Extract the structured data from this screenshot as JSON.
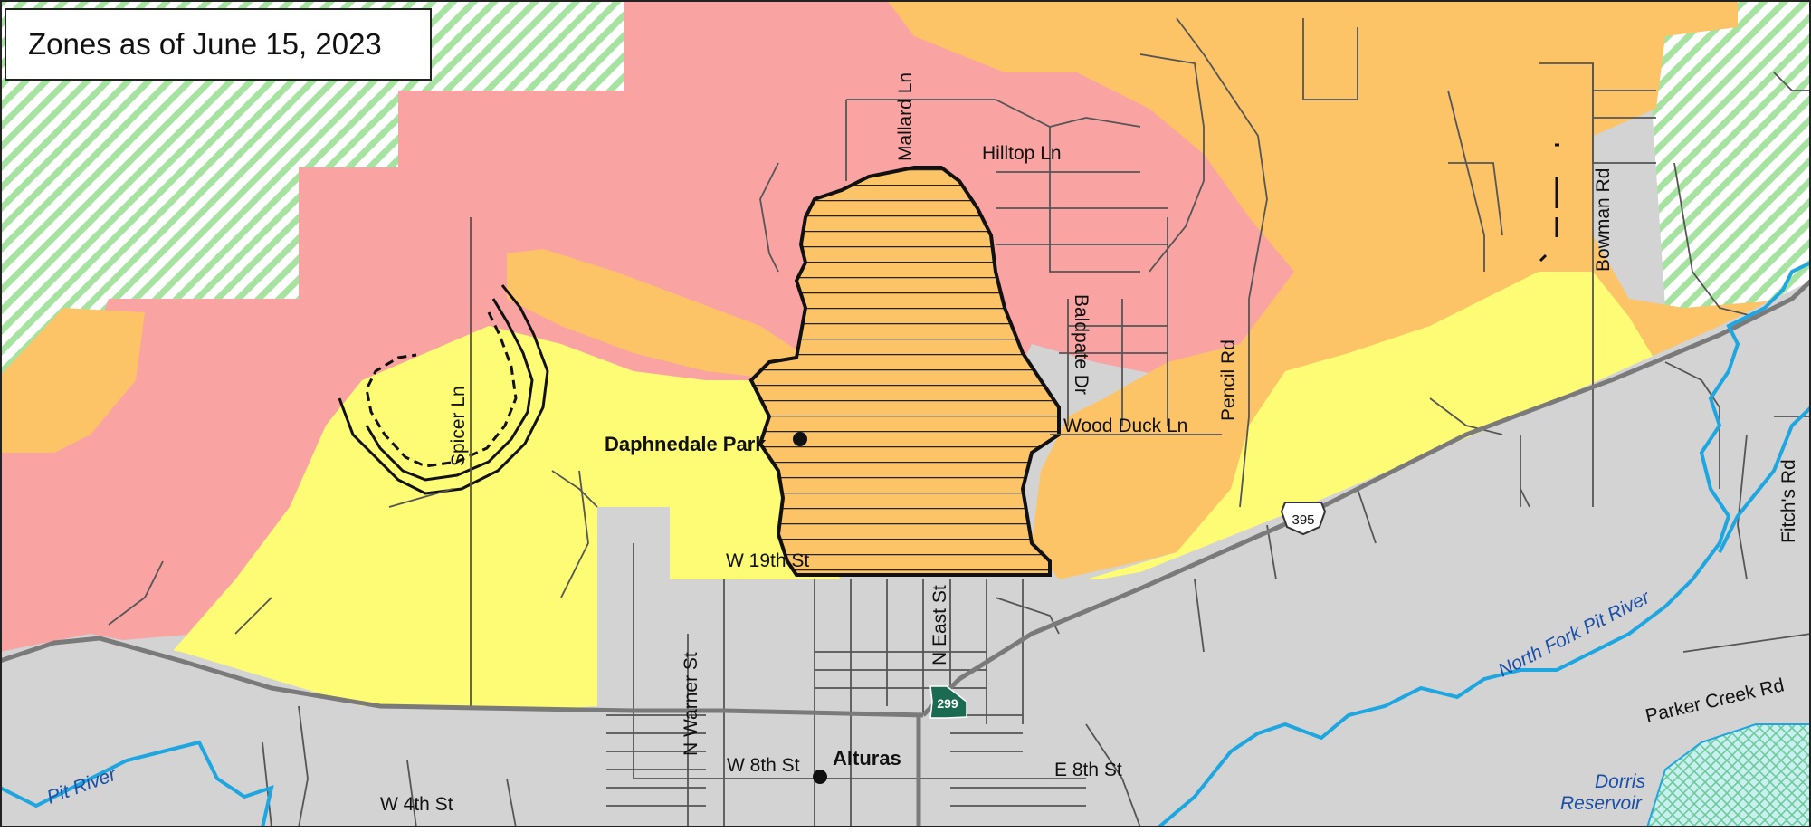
{
  "map": {
    "title": "Zones as of June 15, 2023",
    "colors": {
      "pink_zone": "#f9a3a3",
      "orange_zone": "#fcc466",
      "yellow_zone": "#fefc75",
      "gray_area": "#d3d3d3",
      "green_hatch": "#a6e3a1",
      "water": "#1ea6e0",
      "road": "#555555",
      "highway": "#7a7a7a",
      "outline": "#111111"
    },
    "roads": {
      "mallard_ln": "Mallard Ln",
      "hilltop_ln": "Hilltop Ln",
      "baldpate_dr": "Baldpate Dr",
      "pencil_rd": "Pencil Rd",
      "bowman_rd": "Bowman Rd",
      "wood_duck_ln": "Wood Duck Ln",
      "spicer_ln": "Spicer Ln",
      "w_19th_st": "W 19th St",
      "n_east_st": "N East St",
      "n_warner_st": "N Warner St",
      "w_8th_st": "W 8th St",
      "e_8th_st": "E 8th St",
      "w_4th_st": "W 4th St",
      "fitchs_rd": "Fitch's Rd",
      "parker_creek_rd": "Parker Creek Rd"
    },
    "water": {
      "pit_river": "Pit River",
      "north_fork_pit_river": "North Fork Pit River",
      "dorris_reservoir_line1": "Dorris",
      "dorris_reservoir_line2": "Reservoir"
    },
    "places": {
      "daphnedale_park": "Daphnedale Park",
      "alturas": "Alturas"
    },
    "shields": {
      "us_395": "395",
      "ca_299": "299"
    }
  }
}
